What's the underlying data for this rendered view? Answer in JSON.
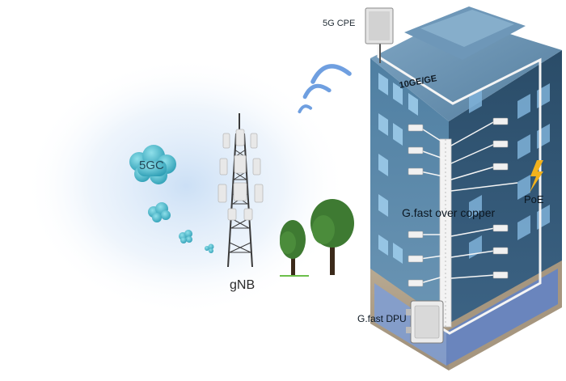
{
  "labels": {
    "cpe": "5G CPE",
    "backbone": "10GE/GE",
    "copper": "G.fast over copper",
    "poe": "PoE",
    "dpu": "G.fast DPU",
    "gnb": "gNB",
    "core": "5GC"
  },
  "icons": [
    "cloud-icon",
    "wireless-signal-icon",
    "cell-tower-icon",
    "tree-icon",
    "lightning-icon",
    "cpe-device-icon",
    "dpu-device-icon",
    "router-icon"
  ],
  "colors": {
    "building_front": "#5a87a8",
    "building_side": "#2f5573",
    "glow": "#cfe3f7",
    "cloud": "#5cc6d6",
    "signal": "#6f9fe0",
    "lightning": "#f2b21d",
    "cable": "#ffffff"
  }
}
